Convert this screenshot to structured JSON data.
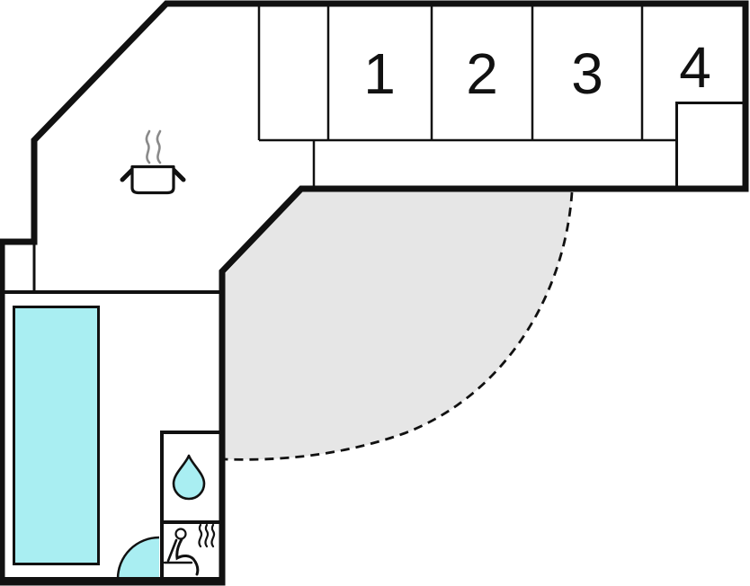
{
  "plan": {
    "type": "floor-plan",
    "rooms": [
      {
        "id": "room-1",
        "label": "1"
      },
      {
        "id": "room-2",
        "label": "2"
      },
      {
        "id": "room-3",
        "label": "3"
      },
      {
        "id": "room-4",
        "label": "4"
      }
    ],
    "features": [
      {
        "name": "kitchen",
        "icon": "cooking-pot-icon"
      },
      {
        "name": "pool",
        "icon": "pool-rectangle"
      },
      {
        "name": "shower",
        "icon": "water-drop-icon"
      },
      {
        "name": "sauna",
        "icon": "sauna-person-icon"
      },
      {
        "name": "terrace",
        "icon": "shaded-area-dashed-boundary"
      },
      {
        "name": "door-swing",
        "icon": "quarter-circle"
      }
    ],
    "colors": {
      "wall": "#111111",
      "pool": "#a9eef2",
      "terrace": "#e6e6e6",
      "steam": "#8a8a8a",
      "background": "#ffffff"
    }
  }
}
